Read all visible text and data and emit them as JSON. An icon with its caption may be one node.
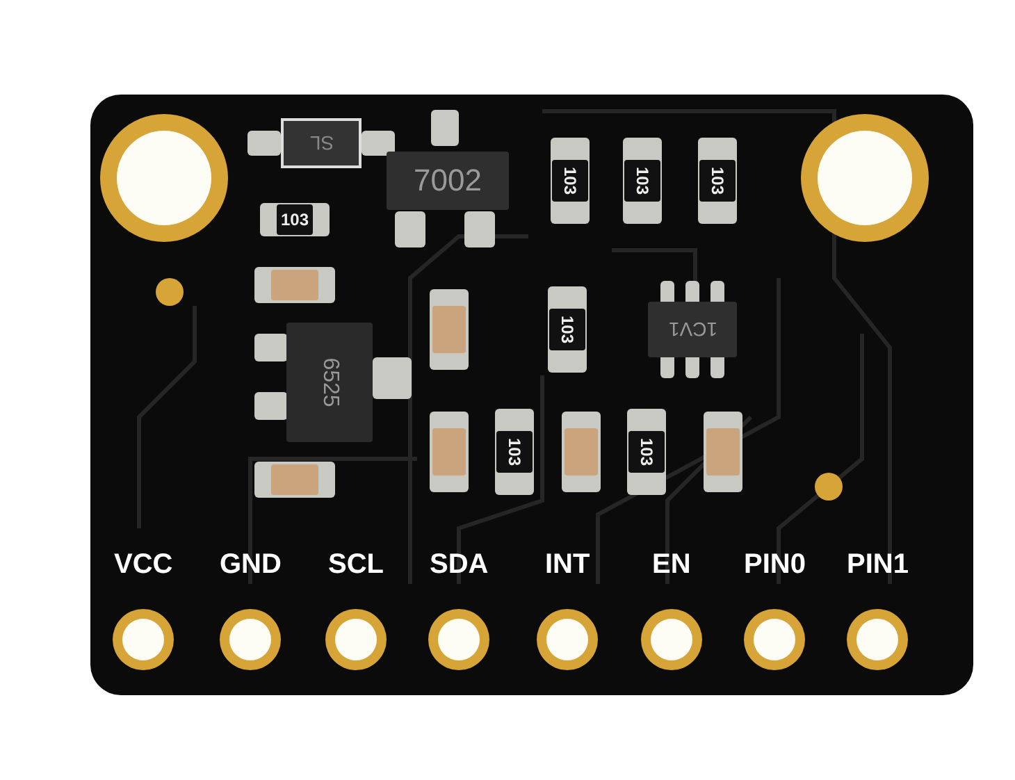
{
  "diagram": {
    "labels": [
      "SL",
      "7002",
      "103",
      "103",
      "103",
      "103",
      "103",
      "1CV1",
      "6525",
      "103",
      "103",
      "VCC",
      "GND",
      "SCL",
      "SDA",
      "INT",
      "EN",
      "PIN0",
      "PIN1"
    ]
  }
}
